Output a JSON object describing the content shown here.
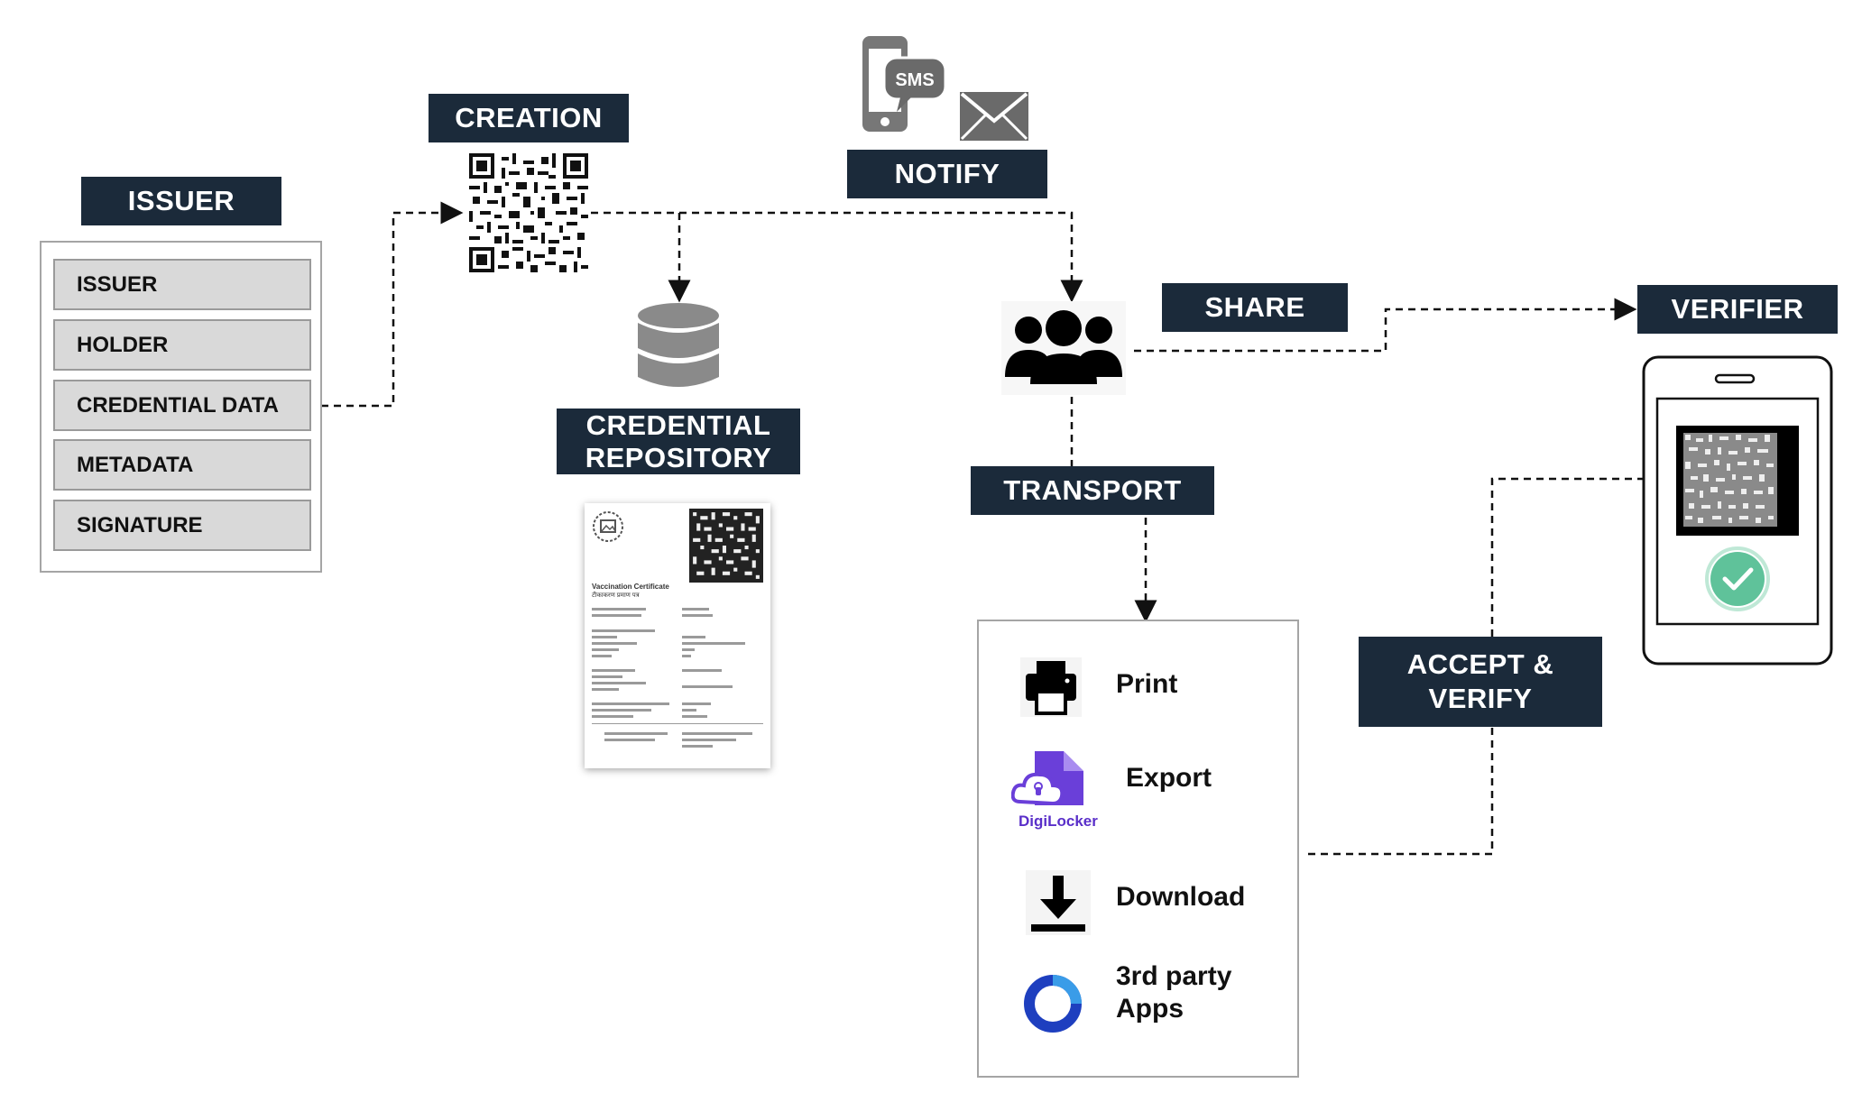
{
  "issuer": {
    "header": "ISSUER",
    "fields": [
      "ISSUER",
      "HOLDER",
      "CREDENTIAL DATA",
      "METADATA",
      "SIGNATURE"
    ]
  },
  "creation": {
    "label": "CREATION"
  },
  "notify": {
    "label": "NOTIFY",
    "sms_text": "SMS"
  },
  "repository": {
    "line1": "CREDENTIAL",
    "line2": "REPOSITORY"
  },
  "certificate": {
    "title": "Vaccination Certificate",
    "subtitle": "टीकाकरण प्रमाण पत्र"
  },
  "share": {
    "label": "SHARE"
  },
  "transport": {
    "label": "TRANSPORT"
  },
  "verifier": {
    "label": "VERIFIER"
  },
  "accept_verify": {
    "line1": "ACCEPT &",
    "line2": "VERIFY"
  },
  "transport_options": {
    "print": "Print",
    "export": "Export",
    "digilocker": "DigiLocker",
    "download": "Download",
    "third_party_line1": "3rd party",
    "third_party_line2": "Apps"
  },
  "colors": {
    "label_bg": "#1b2a3a",
    "field_bg": "#d9d9d9",
    "check_green": "#5fc29a",
    "digilocker_purple": "#6a3fd9",
    "third_party_blue": "#1e3fbf"
  }
}
